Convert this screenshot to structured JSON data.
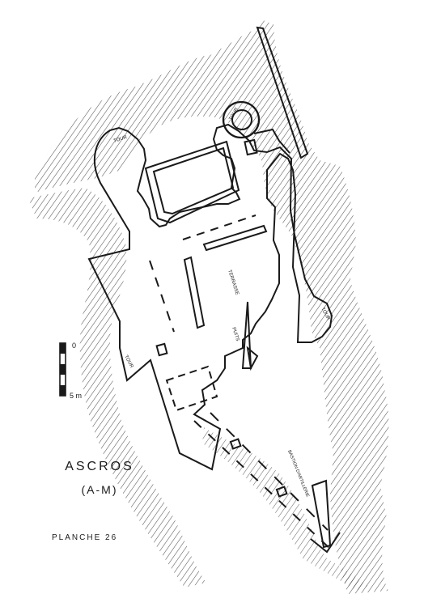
{
  "diagram": {
    "title": "ASCROS",
    "subtitle": "(A-M)",
    "plate": "PLANCHE 26",
    "scale": {
      "top": "0",
      "bottom": "5 m"
    },
    "labels": {
      "tour_nw": "TOUR",
      "tour_ne": "TOUR",
      "tour_e": "TOUR",
      "tour_w": "TOUR",
      "terrasse": "TERRASSE",
      "puits": "PUITS",
      "bastion": "BASTION D'ARTILLERIE"
    },
    "colors": {
      "ink": "#1a1a1a",
      "paper": "#ffffff"
    }
  }
}
